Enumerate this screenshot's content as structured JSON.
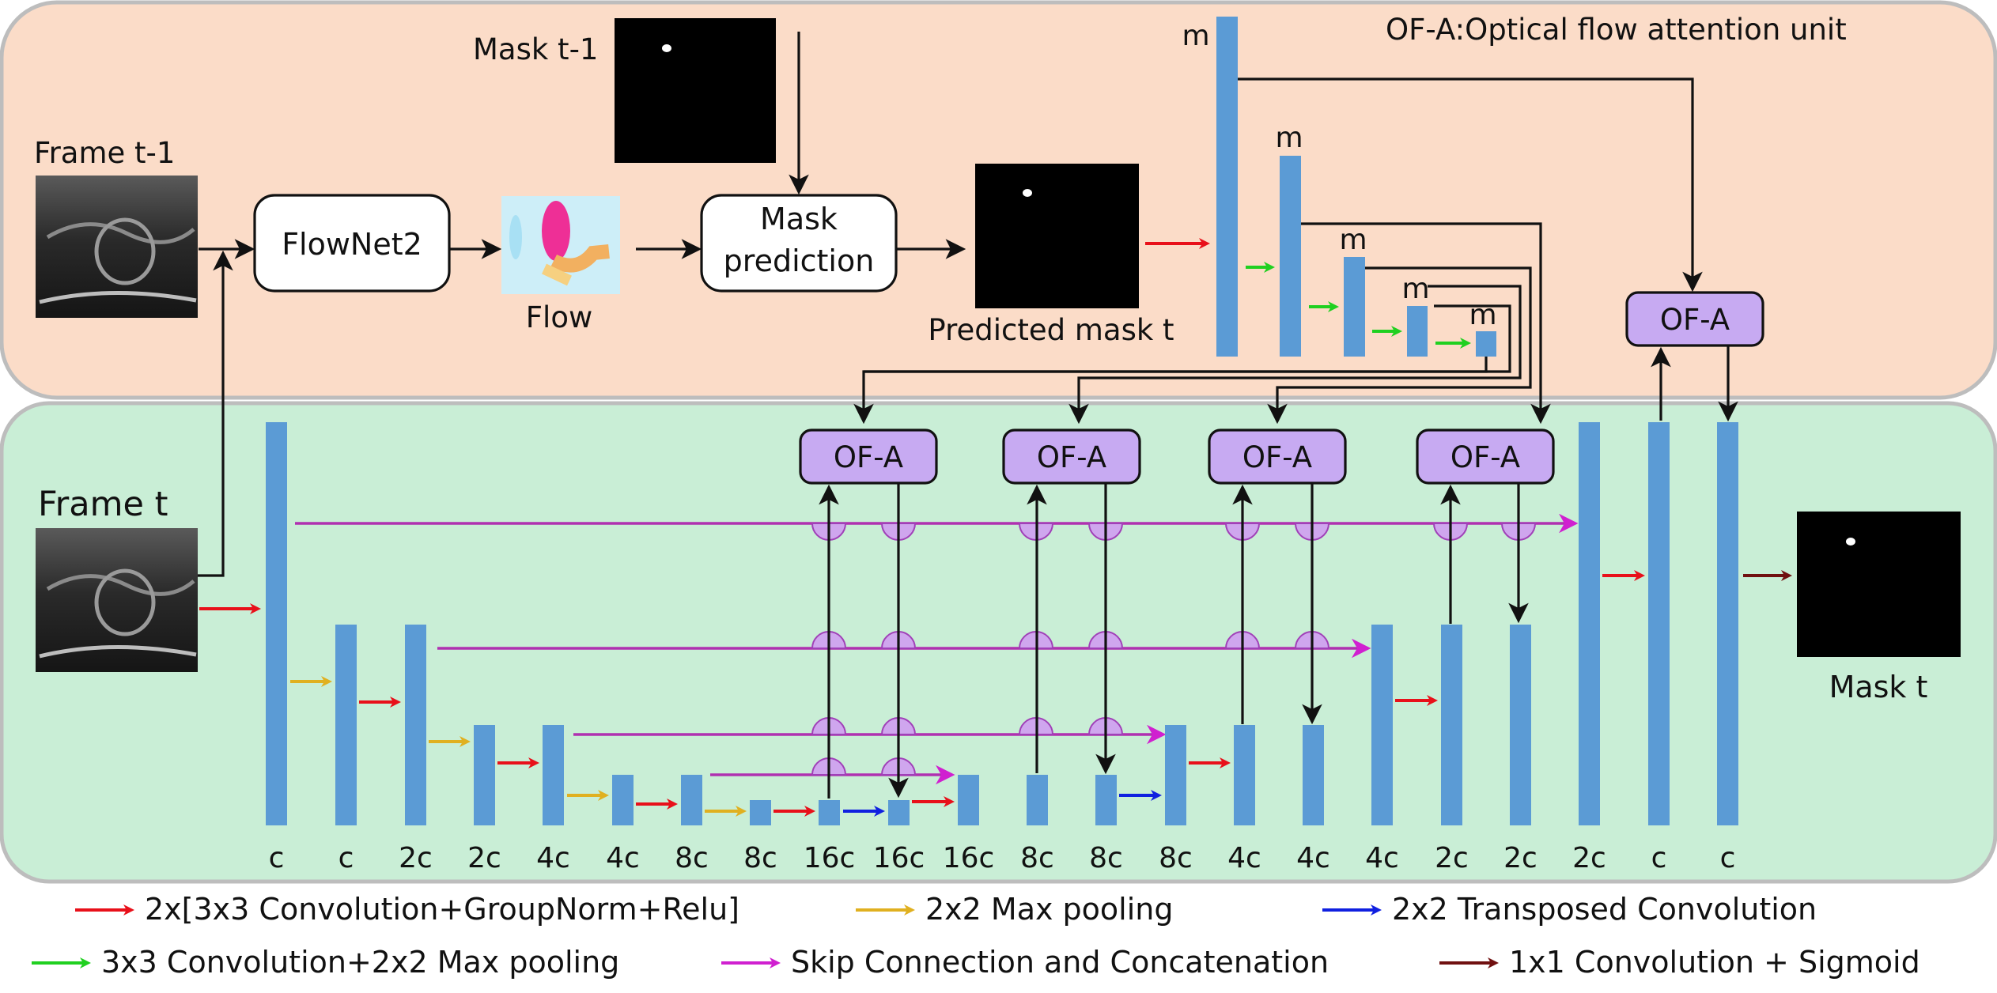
{
  "colors": {
    "top_panel": "#fbdcc8",
    "bottom_panel": "#c9eed6",
    "panel_border": "#bdbdbd",
    "bar": "#5b9bd5",
    "ofa_fill": "#c7aaf2",
    "conv": "#e8101a",
    "maxpool": "#e0b020",
    "transposed": "#1020e0",
    "conv_pool": "#20d020",
    "skip": "#d020d0",
    "sigmoid": "#701010"
  },
  "top": {
    "title": "OF-A:Optical flow attention unit",
    "frame_prev_label": "Frame t-1",
    "mask_prev_label": "Mask t-1",
    "flownet_label": "FlowNet2",
    "flow_label": "Flow",
    "mask_pred_line1": "Mask",
    "mask_pred_line2": "prediction",
    "pred_mask_label": "Predicted mask t",
    "m_label": "m",
    "ofa_label": "OF-A"
  },
  "bottom": {
    "frame_label": "Frame t",
    "mask_out_label": "Mask t",
    "ofa_label": "OF-A",
    "channel_labels": [
      "c",
      "c",
      "2c",
      "2c",
      "4c",
      "4c",
      "8c",
      "8c",
      "16c",
      "16c",
      "16c",
      "8c",
      "8c",
      "8c",
      "4c",
      "4c",
      "4c",
      "2c",
      "2c",
      "2c",
      "c",
      "c"
    ]
  },
  "legend": [
    {
      "icon": "red-arrow-icon",
      "color": "#e8101a",
      "text": "2x[3x3 Convolution+GroupNorm+Relu]"
    },
    {
      "icon": "yellow-arrow-icon",
      "color": "#e0b020",
      "text": "2x2 Max pooling"
    },
    {
      "icon": "blue-arrow-icon",
      "color": "#1020e0",
      "text": "2x2 Transposed Convolution"
    },
    {
      "icon": "green-arrow-icon",
      "color": "#20d020",
      "text": "3x3 Convolution+2x2 Max pooling"
    },
    {
      "icon": "magenta-arrow-icon",
      "color": "#d020d0",
      "text": "Skip Connection and Concatenation"
    },
    {
      "icon": "dark-red-arrow-icon",
      "color": "#701010",
      "text": "1x1 Convolution + Sigmoid"
    }
  ]
}
